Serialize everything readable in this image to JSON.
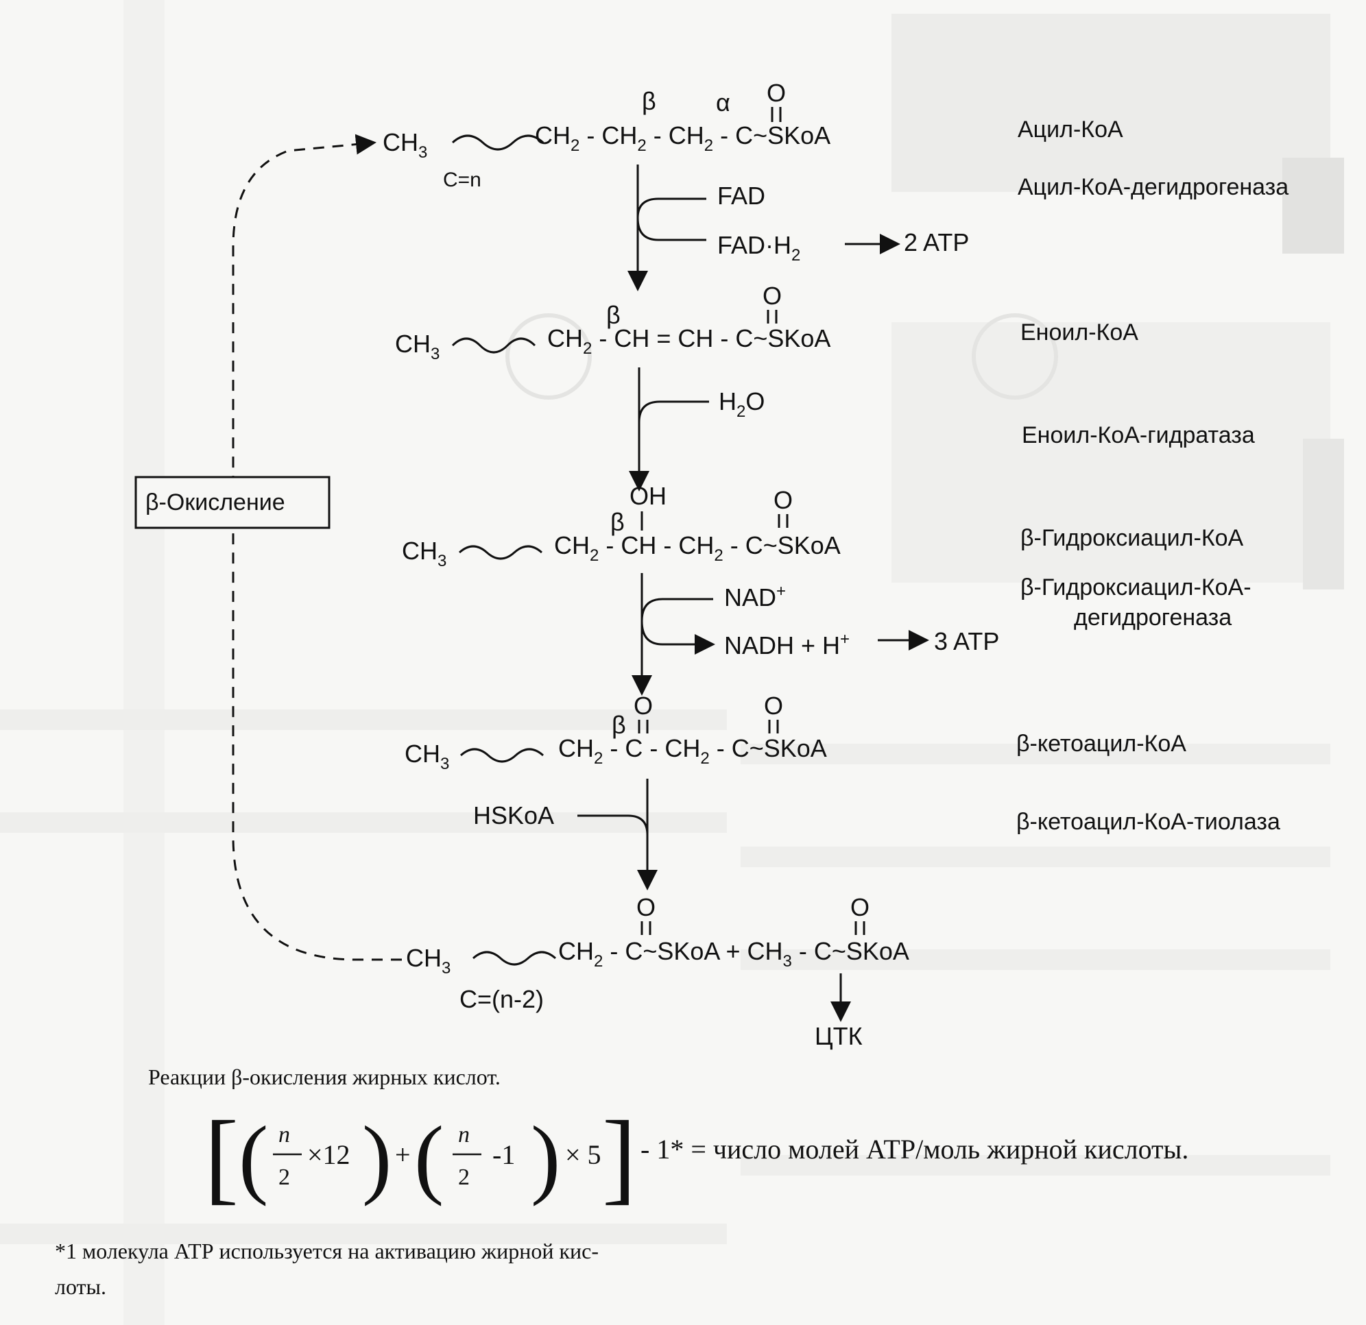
{
  "structures": {
    "acyl": {
      "beta": "β",
      "alpha": "α",
      "o": "O",
      "ch3": "CH",
      "ch3_sub": "3",
      "chain_count": "C=n",
      "formula_a": "CH",
      "formula_a_sub": "2",
      "formula_b": " - CH",
      "formula_b_sub": "2",
      "formula_c": " - CH",
      "formula_c_sub": "2",
      "formula_d": " - C~SKoA"
    },
    "enoyl": {
      "beta": "β",
      "o": "O",
      "ch3": "CH",
      "ch3_sub": "3",
      "formula_a": "CH",
      "formula_a_sub": "2",
      "formula_b": " - CH = CH - C~SKoA"
    },
    "hydroxy": {
      "oh": "OH",
      "beta": "β",
      "o": "O",
      "ch3": "CH",
      "ch3_sub": "3",
      "formula_a": "CH",
      "formula_a_sub": "2",
      "formula_b": " - CH - CH",
      "formula_b_sub": "2",
      "formula_c": " - C~SKoA"
    },
    "keto": {
      "o1": "O",
      "o2": "O",
      "beta": "β",
      "ch3": "CH",
      "ch3_sub": "3",
      "formula_a": "CH",
      "formula_a_sub": "2",
      "formula_b": " - C  - CH",
      "formula_b_sub": "2",
      "formula_c": " - C~SKoA"
    },
    "products": {
      "o1": "O",
      "o2": "O",
      "ch3": "CH",
      "ch3_sub": "3",
      "chain_count": "C=(n-2)",
      "formula_a": "CH",
      "formula_a_sub": "2",
      "formula_b": " - C~SKoA + CH",
      "formula_b_sub": "3",
      "formula_c": " - C~SKoA",
      "tca": "ЦТК"
    }
  },
  "cofactors": {
    "fad": "FAD",
    "fadh2": "FAD·H",
    "fadh2_sub": "2",
    "atp2": "2 ATP",
    "h2o": "H",
    "h2o_sub": "2",
    "h2o_o": "O",
    "nad": "NAD",
    "nad_sup": "+",
    "nadh": "NADH + H",
    "nadh_sup": "+",
    "atp3": "3 ATP",
    "hskoa": "HSKoA"
  },
  "labels": {
    "acyl_coa": "Ацил-КоА",
    "acyl_dehydrogenase": "Ацил-КоА-дегидрогеназа",
    "enoyl_coa": "Еноил-КоА",
    "enoyl_hydratase": "Еноил-КоА-гидратаза",
    "hydroxy_coa": "β-Гидроксиацил-КоА",
    "hydroxy_dehydrogenase_1": "β-Гидроксиацил-КоА-",
    "hydroxy_dehydrogenase_2": "дегидрогеназа",
    "keto_coa": "β-кетоацил-КоА",
    "thiolase": "β-кетоацил-КоА-тиолаза"
  },
  "cycle_box": "β-Окисление",
  "caption": "Реакции β-окисления жирных кислот.",
  "formula": {
    "lbr": "[",
    "rbr": "]",
    "lp": "(",
    "rp": ")",
    "n": "n",
    "two": "2",
    "times12": "×12",
    "plus": "+",
    "minus1": "-1",
    "times5": "× 5",
    "tail": "- 1* = число молей АТР/моль жирной кислоты."
  },
  "footnote_1": "*1 молекула АТР используется на активацию жирной кис-",
  "footnote_2": "лоты."
}
